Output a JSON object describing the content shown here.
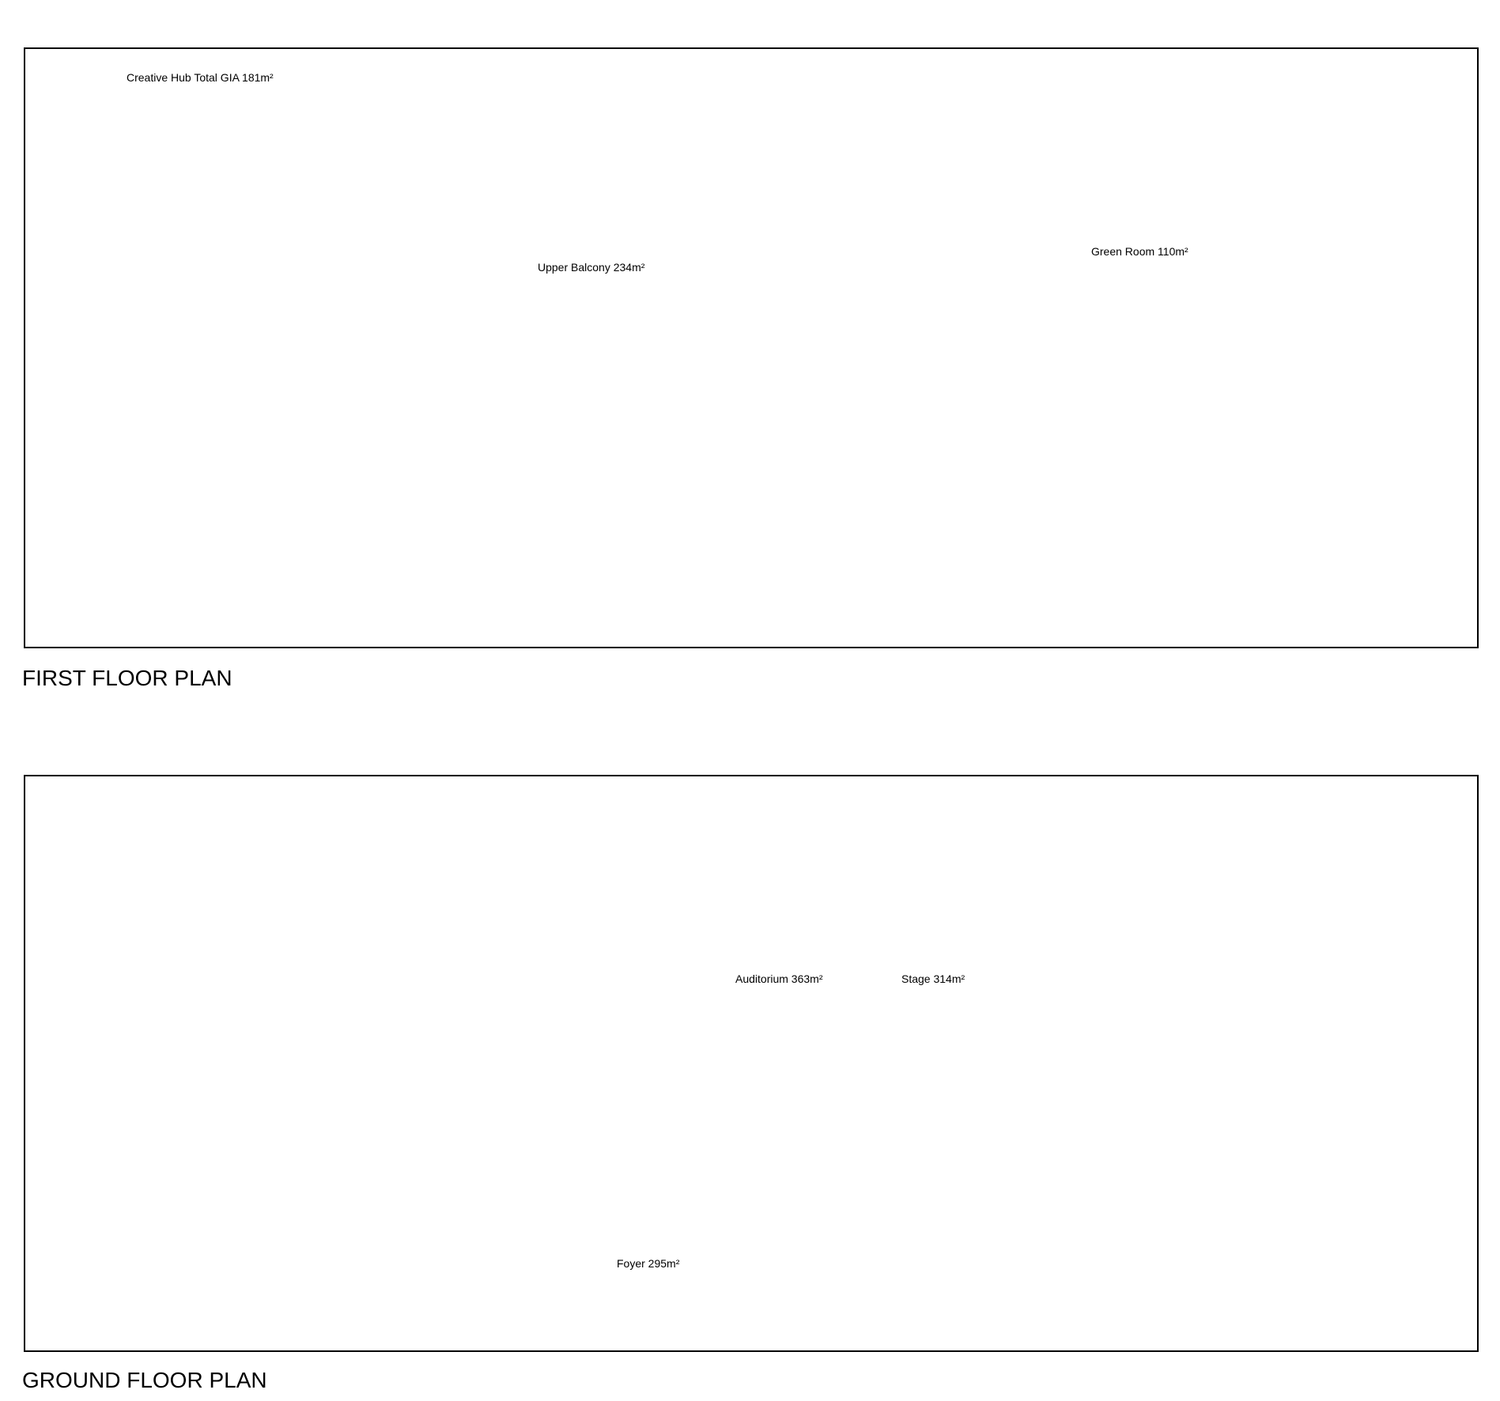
{
  "labels": {
    "rooms": [
      "Creative Hub Total GIA 181m²",
      "Upper Balcony 234m²",
      "Green Room 110m²",
      "Auditorium 363m²",
      "Stage 314m²",
      "Foyer 295m²"
    ]
  },
  "titles": [
    "FIRST FLOOR PLAN",
    "GROUND FLOOR PLAN"
  ]
}
